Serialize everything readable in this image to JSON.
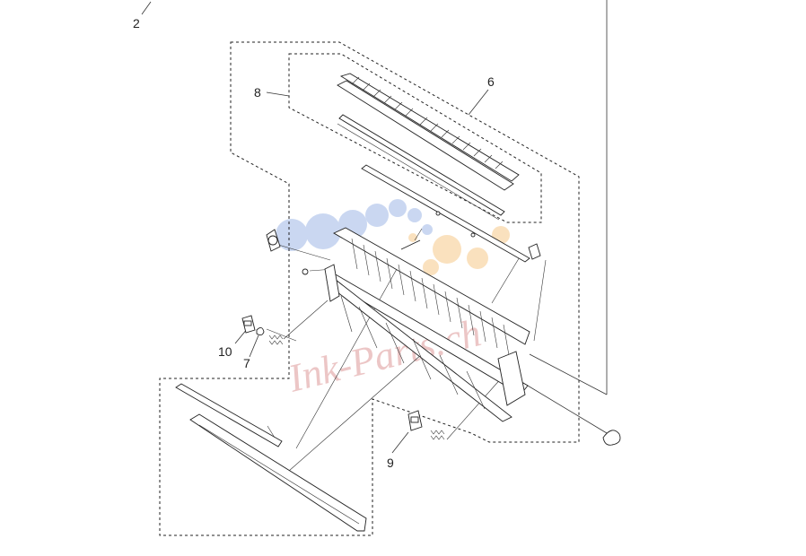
{
  "callouts": {
    "c2": "2",
    "c6": "6",
    "c7": "7",
    "c8": "8",
    "c9": "9",
    "c10": "10"
  },
  "watermark": {
    "text": "Ink-Parts.ch"
  },
  "colors": {
    "line": "#222222",
    "watermark_blue": "#9fb8e6",
    "watermark_orange": "#f6c98a",
    "watermark_text": "#e6b4b4"
  }
}
